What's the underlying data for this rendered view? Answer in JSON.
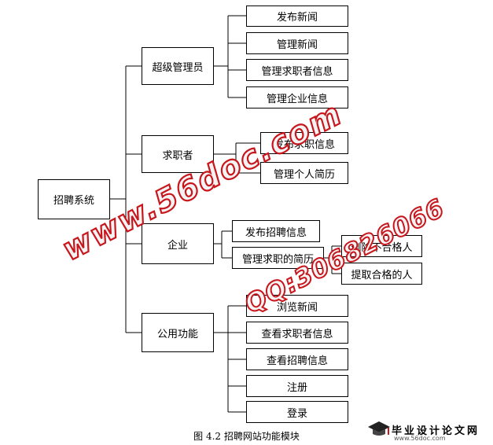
{
  "root": "招聘系统",
  "groups": [
    {
      "label": "超级管理员",
      "items": [
        "发布新闻",
        "管理新闻",
        "管理求职者信息",
        "管理企业信息"
      ]
    },
    {
      "label": "求职者",
      "items": [
        "发布求职信息",
        "管理个人简历"
      ]
    },
    {
      "label": "企业",
      "items": [
        "发布招聘信息",
        "管理求职的简历"
      ]
    },
    {
      "label": "公用功能",
      "items": [
        "浏览新闻",
        "查看求职者信息",
        "查看招聘信息",
        "注册",
        "登录"
      ]
    }
  ],
  "resume_actions": [
    "删除不合格人",
    "提取合格的人"
  ],
  "caption": "图 4.2  招聘网站功能模块",
  "watermark": {
    "site": "www.56doc.com",
    "qq": "QQ:306826066"
  },
  "logo": {
    "name": "毕业设计论文网",
    "url": "www.56doc.com"
  },
  "colors": {
    "watermark": "#c8161d",
    "lines": "#000000"
  }
}
